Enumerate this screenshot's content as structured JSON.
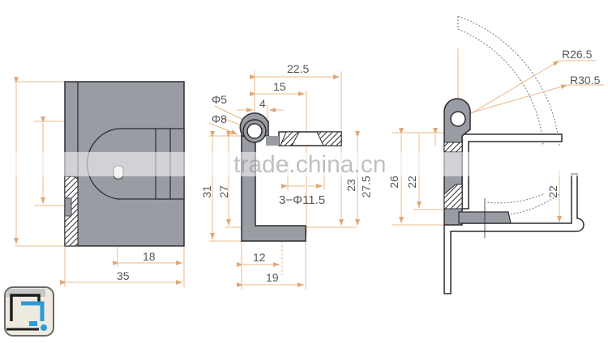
{
  "watermark": "trade.china.cn",
  "colors": {
    "part_fill": "#9a9ca4",
    "part_outline": "#2c2c30",
    "dimension_line": "#e8b888",
    "hidden_line": "#8a8a90",
    "text": "#555555",
    "logo_blue": "#2b9ad8"
  },
  "views": {
    "front": {
      "dimensions": {
        "partial_width": "18",
        "total_width": "35"
      }
    },
    "side": {
      "dimensions": {
        "top_width": "22.5",
        "hole_offset": "15",
        "pin_offset": "4",
        "inner_diameter": "Φ5",
        "outer_diameter": "Φ8",
        "height_31": "31",
        "height_27": "27",
        "height_23": "23",
        "height_27_5": "27.5",
        "countersink": "3−Φ11.5",
        "bottom_12": "12",
        "bottom_19": "19"
      }
    },
    "installed": {
      "dimensions": {
        "radius_inner": "R26.5",
        "radius_outer": "R30.5",
        "height_26": "26",
        "height_22_left": "22",
        "height_22_right": "22"
      }
    }
  },
  "logo": {
    "name": "brand-logo"
  }
}
